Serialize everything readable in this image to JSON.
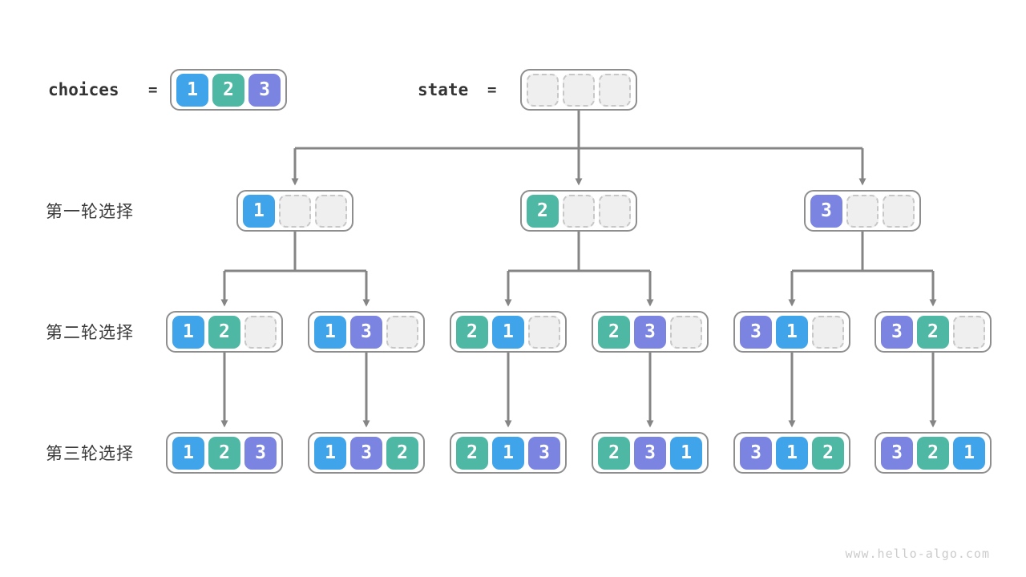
{
  "header": {
    "choices_label": "choices",
    "state_label": "state",
    "equals": "=",
    "choices_values": [
      "1",
      "2",
      "3"
    ],
    "state_values": [
      "",
      "",
      ""
    ]
  },
  "rows": [
    {
      "label": "第一轮选择",
      "nodes": [
        [
          "1",
          "",
          ""
        ],
        [
          "2",
          "",
          ""
        ],
        [
          "3",
          "",
          ""
        ]
      ]
    },
    {
      "label": "第二轮选择",
      "nodes": [
        [
          "1",
          "2",
          ""
        ],
        [
          "1",
          "3",
          ""
        ],
        [
          "2",
          "1",
          ""
        ],
        [
          "2",
          "3",
          ""
        ],
        [
          "3",
          "1",
          ""
        ],
        [
          "3",
          "2",
          ""
        ]
      ]
    },
    {
      "label": "第三轮选择",
      "nodes": [
        [
          "1",
          "2",
          "3"
        ],
        [
          "1",
          "3",
          "2"
        ],
        [
          "2",
          "1",
          "3"
        ],
        [
          "2",
          "3",
          "1"
        ],
        [
          "3",
          "1",
          "2"
        ],
        [
          "3",
          "2",
          "1"
        ]
      ]
    }
  ],
  "value_colors": {
    "1": "#3fa4e9",
    "2": "#4fb8a5",
    "3": "#7b84e1"
  },
  "connector_color": "#858585",
  "watermark": "www.hello-algo.com"
}
